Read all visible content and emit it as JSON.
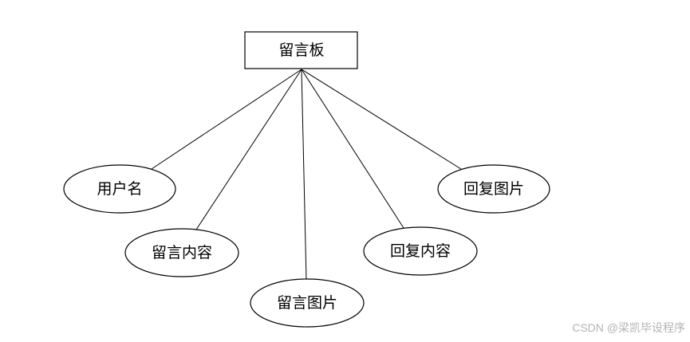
{
  "entity": {
    "label": "留言板"
  },
  "attributes": [
    {
      "id": "username",
      "label": "用户名"
    },
    {
      "id": "message-content",
      "label": "留言内容"
    },
    {
      "id": "message-image",
      "label": "留言图片"
    },
    {
      "id": "reply-content",
      "label": "回复内容"
    },
    {
      "id": "reply-image",
      "label": "回复图片"
    }
  ],
  "watermark": "CSDN @梁凯毕设程序"
}
